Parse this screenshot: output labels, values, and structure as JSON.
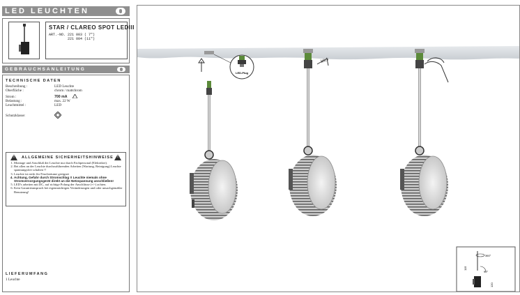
{
  "header": {
    "title": "LED LEUCHTEN"
  },
  "product": {
    "title": "STAR / CLAREO SPOT LEDIII",
    "art_label": "ART.-NO.",
    "art_numbers": [
      "221 003 ( 7\")",
      "221 004 (11\")"
    ]
  },
  "instructions_header": "GEBRAUCHSANLEITUNG",
  "tech": {
    "title": "TECHNISCHE DATEN",
    "rows": [
      {
        "label": "Beschreibung :",
        "value": "LED Leuchte"
      },
      {
        "label": "Oberfläche :",
        "value": "chrom / mattchrom"
      },
      {
        "label": "Strom :",
        "value": "700 mA"
      },
      {
        "label": "Belastung :",
        "value": "max. 22  W"
      },
      {
        "label": "Leuchtmittel :",
        "value": "LED"
      },
      {
        "label": "Schutzklasse:",
        "value": ""
      }
    ]
  },
  "safety": {
    "title": "ALLGEMEINE SICHERHEITSHINWEISE",
    "items": [
      "Montage und Anschluß der Leuchte nur durch Fachpersonal (Elektriker).",
      "Bei allen an der Leuchte durchzuführenden Arbeiten (Wartung, Reinigung) Leuchte spannungsfrei schalten !!",
      "Leuchte ist nicht für Feuchträume geeignet",
      "Achtung, Gefahr durch Stromschlag !! Leuchte niemals ohne Stromversorgungsgerät direkt an die Netzspannung anschließen!",
      "LED's arbeiten mit DC, auf richtige Polung der Anschlüsse (+/-) achten.",
      "Kein Garantieanspruch bei eigenmächtigen Veränderungen und oder unsachgemäßer Benutzung!"
    ]
  },
  "delivery": {
    "title": "LIEFERUMFANG",
    "value": "1 Leuchte"
  },
  "diagram": {
    "plug_label": "LED-Plug",
    "click_label": "klick",
    "angle_1": "360°",
    "angle_2": "90°",
    "dim_1": "115",
    "dim_2": "120"
  }
}
